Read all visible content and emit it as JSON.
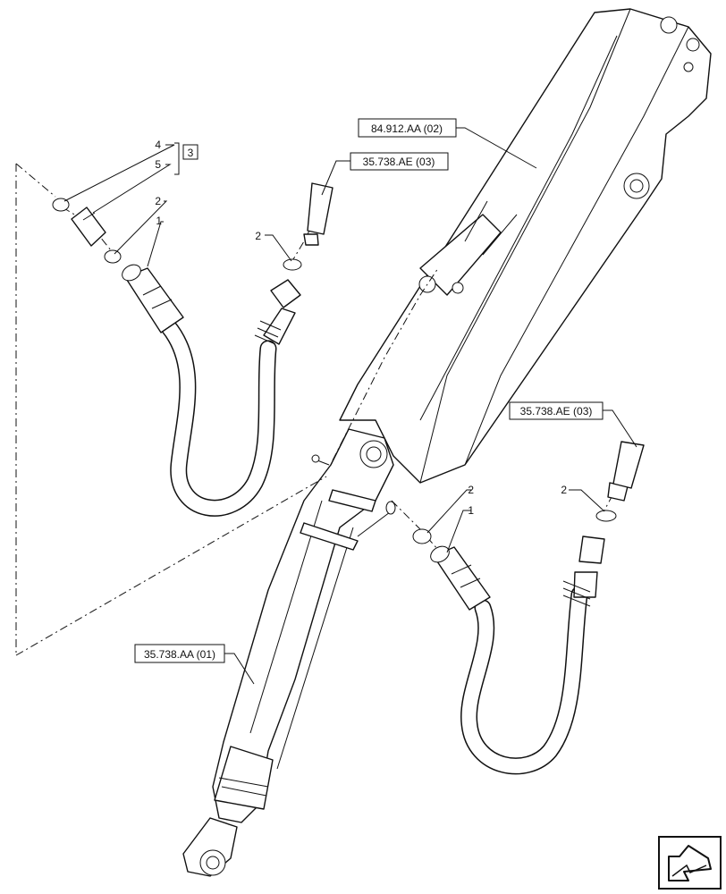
{
  "refs": {
    "boom": "84.912.AA (02)",
    "fitting_top": "35.738.AE (03)",
    "fitting_right": "35.738.AE (03)",
    "cylinder": "35.738.AA (01)"
  },
  "kit": {
    "item_4": "4",
    "item_5": "5",
    "kit_number": "3"
  },
  "callouts": {
    "left_2": "2",
    "left_1": "1",
    "mid_2": "2",
    "center_2": "2",
    "center_1": "1",
    "right_2": "2"
  },
  "nav": {
    "icon": "arrow-next-page-icon"
  }
}
